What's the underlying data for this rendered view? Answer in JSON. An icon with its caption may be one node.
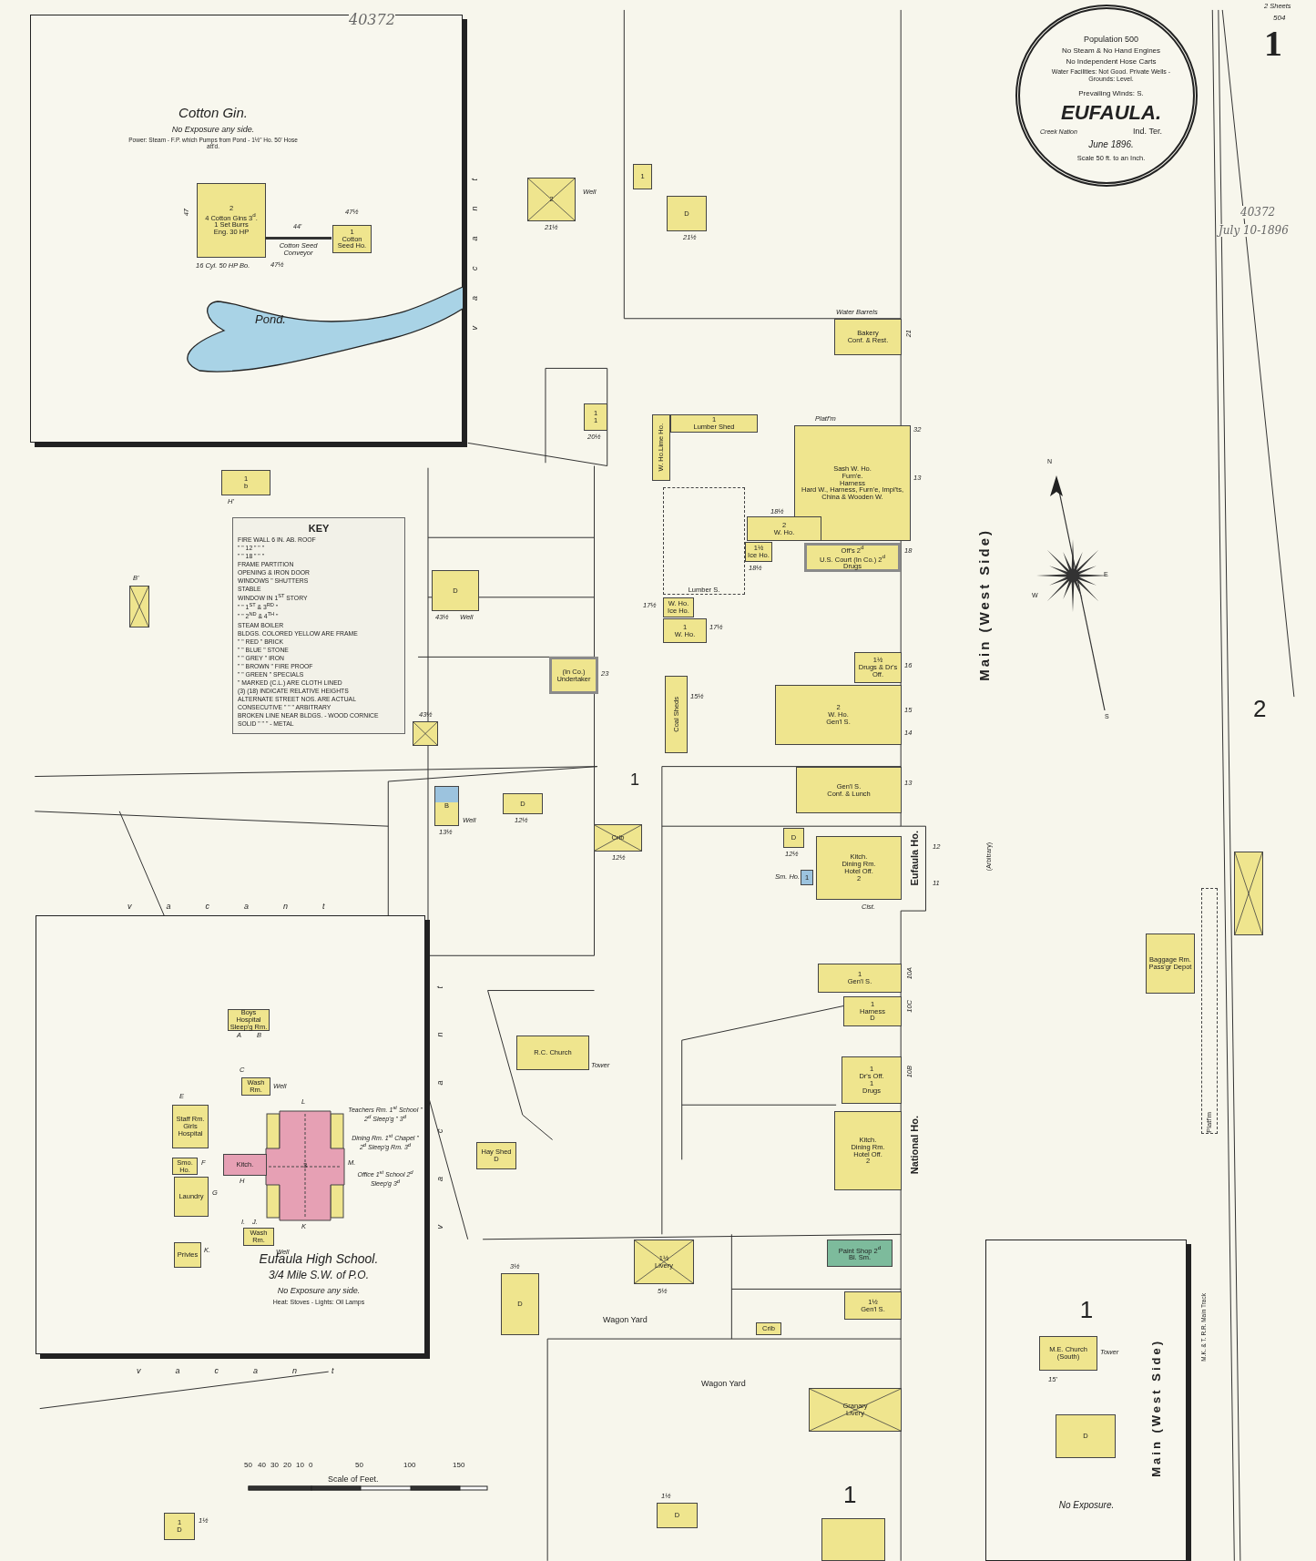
{
  "diagram": {
    "nodes": [
      {
        "text": [
          "Cotton Gin.",
          "No Exposure any side.",
          "Power: Steam - F.P. which Pumps from Pond - 1½\" Ho. 50' Hose att'd."
        ]
      },
      {
        "text": [
          "2",
          "4 Cotton Gins 3$^{d}$.",
          "1 Set Burrs",
          "Eng. 30 HP"
        ],
        "in": 0,
        "beside": [
          "47",
          "47½",
          "16 Cyl. 50 HP Bo."
        ]
      },
      {
        "text": [
          "1",
          "Cotton Seed Ho."
        ],
        "in": 0,
        "beside": [
          "47½"
        ]
      },
      {
        "text": [
          "Population 500",
          "No Steam & No Hand Engines",
          "No Independent Hose Carts",
          "Water Facilities: Not Good. Private Wells - Grounds: Level.",
          "Prevailing Winds: S.",
          "EUFAULA.",
          "Creek Nation",
          "Ind. Ter.",
          "June 1896.",
          "Scale 50 ft. to an Inch."
        ]
      },
      {
        "text": [
          "KEY",
          "FIRE WALL 6 IN. AB. ROOF",
          "\" \" 12 \" \" \"",
          "\" \" 18 \" \" \"",
          "FRAME PARTITION",
          "OPENING & IRON DOOR",
          "WINDOWS \" SHUTTERS",
          "STABLE",
          "WINDOW IN 1$^{ST}$ STORY",
          "\" \" 1$^{ST}$ & 3$^{RD}$ \"",
          "\" \" 2$^{ND}$ & 4$^{TH}$ \"",
          "STEAM BOILER",
          "BLDGS. COLORED YELLOW ARE FRAME",
          "\" \" RED \" BRICK",
          "\" \" BLUE \" STONE",
          "\" \" GREY \" IRON",
          "\" \" BROWN \" FIRE PROOF",
          "\" \" GREEN \" SPECIALS",
          "\" MARKED (C.L.) ARE CLOTH LINED",
          "(3) (18) INDICATE RELATIVE HEIGHTS",
          "ALTERNATE STREET NOS. ARE ACTUAL",
          "CONSECUTIVE \" \" \" ARBITRARY",
          "BROKEN LINE NEAR BLDGS. - WOOD CORNICE",
          "SOLID \" \" \" - METAL"
        ]
      },
      {
        "text": [
          "Eufaula High School.",
          "3/4 Mile S.W. of P.O.",
          "No Exposure any side.",
          "Heat: Stoves - Lights: Oil Lamps"
        ]
      },
      {
        "text": [
          "Boys Hospital",
          "Sleep'g Rm."
        ],
        "in": 5,
        "beside": [
          "A",
          "B"
        ]
      },
      {
        "text": [
          "Wash Rm."
        ],
        "in": 5,
        "beside": [
          "C",
          "Well"
        ]
      },
      {
        "text": [
          "Staff Rm.",
          "Girls Hospital"
        ],
        "in": 5,
        "beside": [
          "E"
        ]
      },
      {
        "text": [
          "Smo. Ho."
        ],
        "in": 5,
        "beside": [
          "F"
        ]
      },
      {
        "text": [
          "Laundry"
        ],
        "in": 5,
        "beside": [
          "G"
        ]
      },
      {
        "text": [
          "Privies"
        ],
        "in": 5,
        "beside": [
          "K."
        ]
      },
      {
        "text": [
          "3"
        ],
        "in": 5,
        "beside": [
          "L",
          "Teachers Rm. 1$^{st}$ School \" 2$^{d}$ Sleep'g \" 3$^{d}$",
          "Dining Rm. 1$^{st}$ Chapel \" 2$^{d}$ Sleep'g Rm. 3$^{d}$",
          "M.",
          "Office 1$^{st}$ School 2$^{d}$ Sleep'g 3$^{d}$",
          "K"
        ]
      },
      {
        "text": [
          "Kitch."
        ],
        "in": 5,
        "beside": [
          "H"
        ]
      },
      {
        "text": [
          "Wash Rm."
        ],
        "in": 5,
        "beside": [
          "I.",
          "J.",
          "Well"
        ]
      },
      {
        "text": [
          "1",
          "No Exposure."
        ]
      },
      {
        "text": [
          "M.E. Church (South)"
        ],
        "in": 15,
        "beside": [
          "Tower",
          "15'"
        ]
      },
      {
        "text": [
          "D"
        ],
        "in": 15
      },
      {
        "text": [
          "2"
        ],
        "beside": [
          "21½"
        ]
      },
      {
        "text": [
          "1"
        ]
      },
      {
        "text": [
          "D"
        ],
        "beside": [
          "21½"
        ]
      },
      {
        "text": [
          "Bakery",
          "Conf. & Rest."
        ],
        "beside": [
          "Water Barrels",
          "21"
        ]
      },
      {
        "text": [
          "1",
          "1"
        ],
        "beside": [
          "20½"
        ]
      },
      {
        "text": [
          "Lime Ho.",
          "W. Ho."
        ]
      },
      {
        "text": [
          "1",
          "Lumber Shed"
        ]
      },
      {
        "text": [
          "Sash W. Ho.",
          "Furn'e.",
          "Harness",
          "Hard W., Harness, Furn'e, Impl'ts, China & Wooden W."
        ],
        "beside": [
          "Platf'm",
          "32",
          "13"
        ]
      },
      {
        "text": [
          "2",
          "W. Ho."
        ],
        "beside": [
          "18½"
        ]
      },
      {
        "text": [
          "1½",
          "Ice Ho."
        ],
        "beside": [
          "18½"
        ]
      },
      {
        "text": [
          "Off's 2$^{d}$",
          "U.S. Court (In Co.) 2$^{d}$",
          "Drugs"
        ],
        "beside": [
          "18"
        ]
      },
      {
        "text": [
          "Lumber S."
        ]
      },
      {
        "text": [
          "W. Ho.",
          "Ice Ho."
        ],
        "beside": [
          "17½"
        ]
      },
      {
        "text": [
          "1",
          "W. Ho."
        ],
        "beside": [
          "17½"
        ]
      },
      {
        "text": [
          "Coal Sheds"
        ],
        "beside": [
          "15½"
        ]
      },
      {
        "text": [
          "(In Co.)",
          "Undertaker"
        ],
        "beside": [
          "23"
        ]
      },
      {
        "text": [
          "1½",
          "Drugs & Dr's Off."
        ],
        "beside": [
          "16"
        ]
      },
      {
        "text": [
          "2",
          "W. Ho.",
          "Gen'l S."
        ],
        "beside": [
          "15",
          "14"
        ]
      },
      {
        "text": [
          "Gen'l S.",
          "Conf. & Lunch"
        ],
        "beside": [
          "13"
        ]
      },
      {
        "text": [
          "D"
        ],
        "beside": [
          "12½"
        ]
      },
      {
        "text": [
          "1"
        ],
        "beside": [
          "Sm. Ho."
        ]
      },
      {
        "text": [
          "Kitch.",
          "Dining Rm.",
          "Hotel Off.",
          "2"
        ],
        "beside": [
          "Eufaula Ho.",
          "Cist.",
          "12",
          "11"
        ]
      },
      {
        "text": [
          "1",
          "Gen'l S."
        ],
        "beside": [
          "10A"
        ]
      },
      {
        "text": [
          "1",
          "Harness",
          "D"
        ],
        "beside": [
          "10C"
        ]
      },
      {
        "text": [
          "1",
          "Dr's Off.",
          "1",
          "Drugs"
        ],
        "beside": [
          "10B"
        ]
      },
      {
        "text": [
          "Kitch.",
          "Dining Rm.",
          "Hotel Off.",
          "2"
        ],
        "beside": [
          "National Ho."
        ]
      },
      {
        "text": [
          "Paint Shop 2$^{d}$",
          "Bl. Sm."
        ]
      },
      {
        "text": [
          "1½",
          "Gen'l S."
        ]
      },
      {
        "text": [
          "Granary",
          "Livery"
        ]
      },
      {
        "text": [
          "1½",
          "Livery"
        ],
        "beside": [
          "5½"
        ]
      },
      {
        "text": [
          "Crib"
        ]
      },
      {
        "text": [
          "R.C. Church"
        ],
        "beside": [
          "Tower"
        ]
      },
      {
        "text": [
          "Hay Shed",
          "D"
        ]
      },
      {
        "text": [
          "D"
        ],
        "beside": [
          "3½"
        ]
      },
      {
        "text": [
          "Crib"
        ],
        "beside": [
          "12½"
        ]
      },
      {
        "text": [
          "D"
        ],
        "beside": [
          "12½"
        ]
      },
      {
        "text": [
          "B"
        ],
        "beside": [
          "13½",
          "Well"
        ]
      },
      {
        "text": [
          "D"
        ],
        "beside": [
          "43½",
          "Well"
        ]
      },
      {
        "text": [],
        "shape": "box",
        "beside": [
          "43½"
        ]
      },
      {
        "text": [],
        "shape": "box",
        "beside": [
          "B'"
        ]
      },
      {
        "text": [
          "1",
          "b"
        ],
        "beside": [
          "H'"
        ]
      },
      {
        "text": [
          "Baggage Rm.",
          "Pass'gr Depot"
        ]
      },
      {
        "text": [],
        "shape": "box"
      },
      {
        "text": [
          "Platf'm"
        ]
      },
      {
        "text": [
          "D"
        ],
        "beside": [
          "1½"
        ]
      },
      {
        "text": [
          "1",
          "D"
        ],
        "beside": [
          "1½"
        ]
      },
      {
        "text": [],
        "shape": "box"
      }
    ],
    "edges": [
      {
        "from": 1,
        "to": 2,
        "arrow": "none",
        "label": "Cotton Seed Conveyor"
      }
    ],
    "labels": [
      "40372",
      "2 Sheets",
      "504",
      "1",
      "40372",
      "July 10-1896",
      "Pond.",
      "44'",
      "Main (West Side)",
      "(Arbitrary)",
      "1",
      "2",
      "1",
      "Main (West Side)",
      "vacant",
      "vacant",
      "vacant",
      "vacant",
      "Wagon Yard",
      "Wagon Yard",
      "Scale of Feet.",
      "50",
      "40",
      "30",
      "20",
      "10",
      "0",
      "50",
      "100",
      "150",
      "N",
      "E",
      "S",
      "W",
      "M.K. & T. R.R. Main Track",
      "Well"
    ]
  }
}
